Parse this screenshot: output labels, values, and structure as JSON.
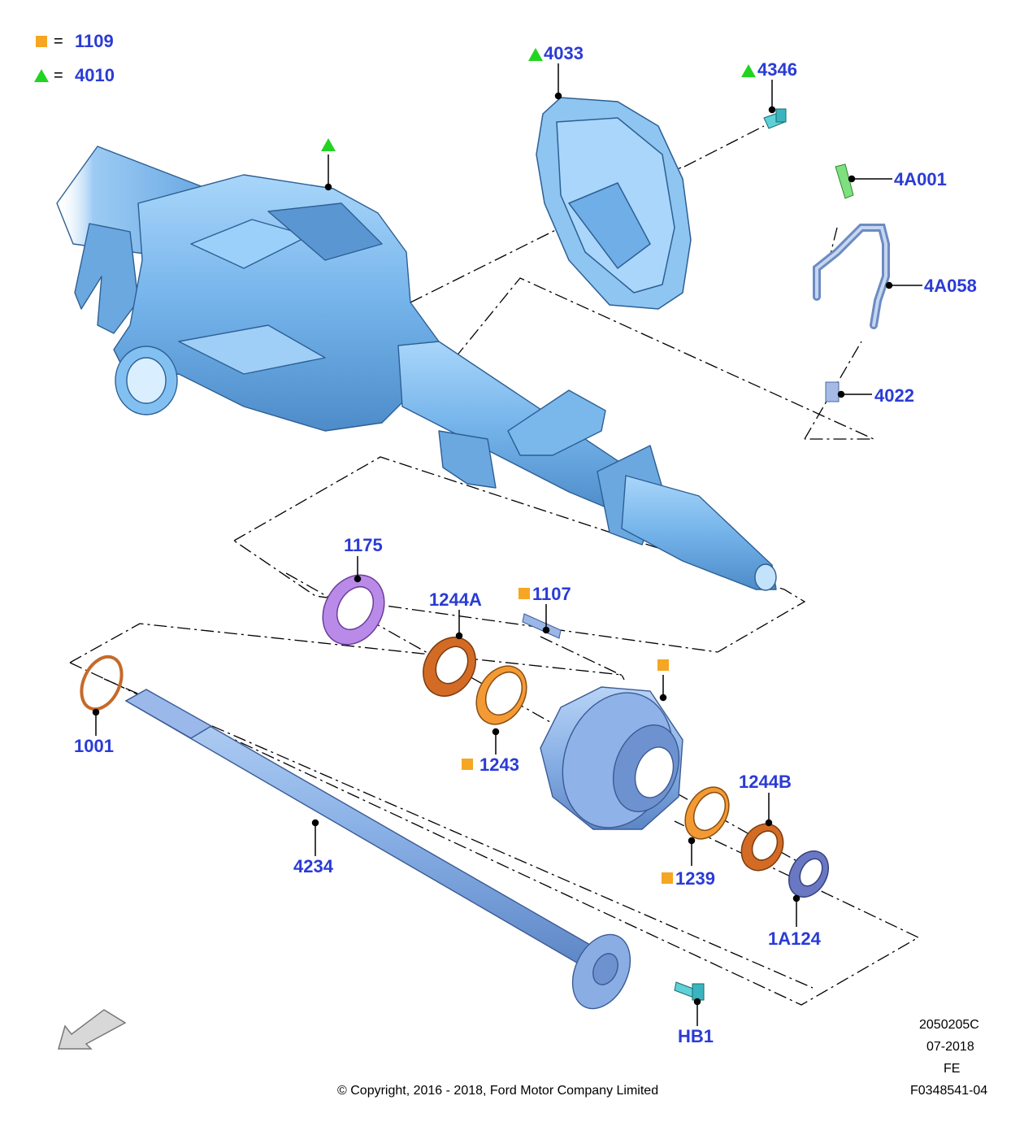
{
  "legend": {
    "square_value": "1109",
    "triangle_value": "4010",
    "equals": "="
  },
  "callouts": {
    "p4033": "4033",
    "p4346": "4346",
    "p4A001": "4A001",
    "p4A058": "4A058",
    "p4022": "4022",
    "p1175": "1175",
    "p1244A": "1244A",
    "p1107": "1107",
    "p1001": "1001",
    "p1243": "1243",
    "p1244B": "1244B",
    "p4234": "4234",
    "p1239": "1239",
    "p1A124": "1A124",
    "pHB1": "HB1"
  },
  "info": {
    "drawing_number": "2050205C",
    "date": "07-2018",
    "code": "FE",
    "part_ref": "F0348541-04",
    "copyright": "© Copyright, 2016 - 2018, Ford Motor Company Limited"
  },
  "colors": {
    "label": "#2a3bd6",
    "housing_blue": "#7ab8ec",
    "square_marker": "#f5a623",
    "triangle_marker": "#22d422"
  },
  "icons": [
    "direction-arrow-icon"
  ]
}
